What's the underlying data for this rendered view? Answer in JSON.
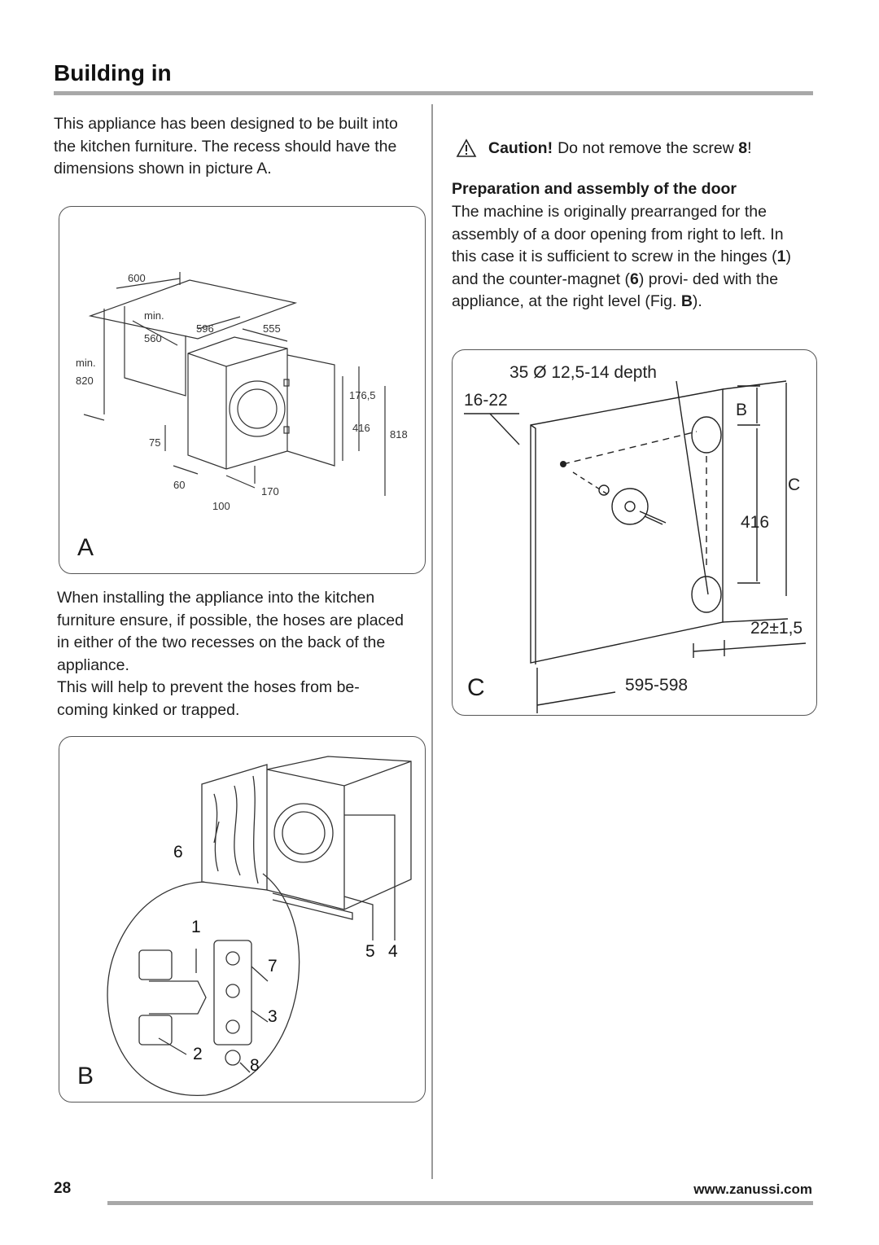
{
  "page": {
    "title": "Building in",
    "page_number": "28",
    "website": "www.zanussi.com"
  },
  "left_column": {
    "intro": "This appliance has been designed to be built into the kitchen furniture. The recess should have the dimensions shown in picture A.",
    "hoses_para_1": "When installing the appliance into the kitchen furniture ensure, if possible, the hoses are placed in either of the two recesses on the back of the appliance.",
    "hoses_para_2": "This will help to prevent the hoses from be- coming kinked or trapped."
  },
  "right_column": {
    "caution_label": "Caution!",
    "caution_text": "Do not remove the screw",
    "caution_screw": "8",
    "caution_end": "!",
    "subheading": "Preparation and assembly of the door",
    "prep_1": "The machine is originally prearranged for the assembly of a door opening from right to left. In this case it is sufficient to screw in the hinges (",
    "prep_hinge": "1",
    "prep_2": ") and the counter-magnet (",
    "prep_magnet": "6",
    "prep_3": ") provi- ded with the appliance, at the right level (Fig. ",
    "prep_fig": "B",
    "prep_4": ")."
  },
  "figure_a": {
    "letter": "A",
    "labels": {
      "d600": "600",
      "min1": "min.",
      "d560": "560",
      "min2": "min.",
      "d820": "820",
      "d596": "596",
      "d555": "555",
      "d1765": "176,5",
      "d416": "416",
      "d818": "818",
      "d75": "75",
      "d60": "60",
      "d100": "100",
      "d170": "170"
    }
  },
  "figure_b": {
    "letter": "B",
    "callouts": {
      "n6": "6",
      "n1": "1",
      "n7": "7",
      "n5": "5",
      "n4": "4",
      "n3": "3",
      "n2": "2",
      "n8": "8"
    }
  },
  "figure_c": {
    "letter": "C",
    "labels": {
      "drill": "35 Ø 12,5-14 depth",
      "d1622": "16-22",
      "b": "B",
      "c": "C",
      "d416": "416",
      "d22": "22±1,5",
      "d595": "595-598"
    }
  }
}
